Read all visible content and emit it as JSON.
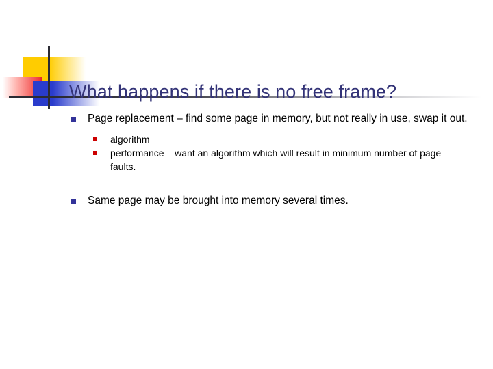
{
  "slide": {
    "title": "What happens if there is no free frame?",
    "decoration": {
      "name": "powerpoint-design-accent",
      "colors": {
        "yellow": "#ffcc00",
        "red": "#e02020",
        "blue": "#2a3ccc",
        "rule": "#2b2b33"
      }
    },
    "colors": {
      "title": "#333377",
      "body_text": "#000000",
      "bullet_level1": "#333399",
      "bullet_level2": "#cc0000",
      "background": "#ffffff"
    },
    "content": [
      {
        "level": 1,
        "text": "Page replacement – find some page in memory, but not really in use, swap it out.",
        "children": [
          {
            "level": 2,
            "text": "algorithm"
          },
          {
            "level": 2,
            "text": "performance – want an algorithm which will result in minimum number of page faults."
          }
        ]
      },
      {
        "level": 1,
        "text": "Same page may be brought into memory several times.",
        "children": []
      }
    ]
  }
}
